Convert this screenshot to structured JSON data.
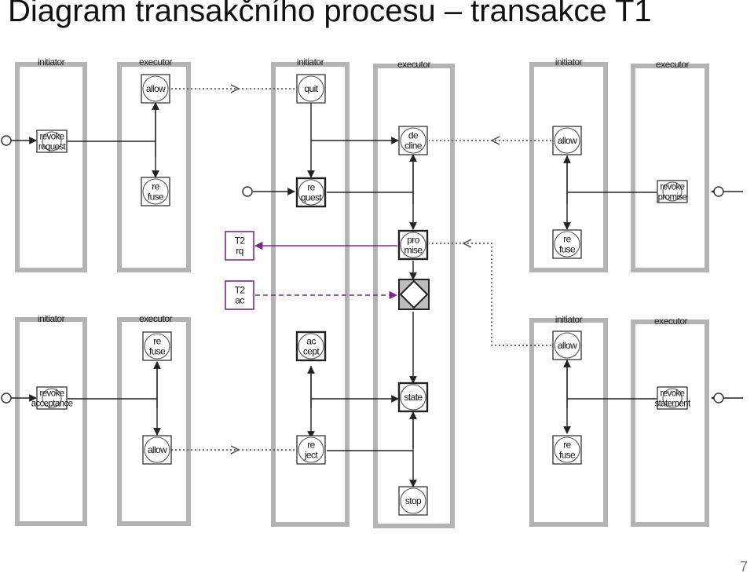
{
  "title": "Diagram transakčního procesu – transakce T1",
  "page_number": "7",
  "lanes": {
    "initiator": "initiator",
    "executor": "executor"
  },
  "acts": {
    "allow": [
      "allow"
    ],
    "refuse": [
      "re",
      "fuse"
    ],
    "revoke_request": [
      "revoke",
      "request"
    ],
    "revoke_acceptance": [
      "revoke",
      "acceptance"
    ],
    "revoke_promise": [
      "revoke",
      "promise"
    ],
    "revoke_statement": [
      "revoke",
      "statement"
    ],
    "quit": [
      "quit"
    ],
    "request": [
      "re",
      "quest"
    ],
    "reject": [
      "re",
      "ject"
    ],
    "accept": [
      "ac",
      "cept"
    ],
    "decline": [
      "de",
      "cline"
    ],
    "promise": [
      "pro",
      "mise"
    ],
    "state": [
      "state"
    ],
    "stop": [
      "stop"
    ],
    "t2_rq": [
      "T2",
      "rq"
    ],
    "t2_ac": [
      "T2",
      "ac"
    ]
  },
  "colors": {
    "lane_border": "#b3b3b3",
    "line": "#222222",
    "t2_link": "#7a2b86",
    "execution_fill": "#bdbdbd"
  }
}
